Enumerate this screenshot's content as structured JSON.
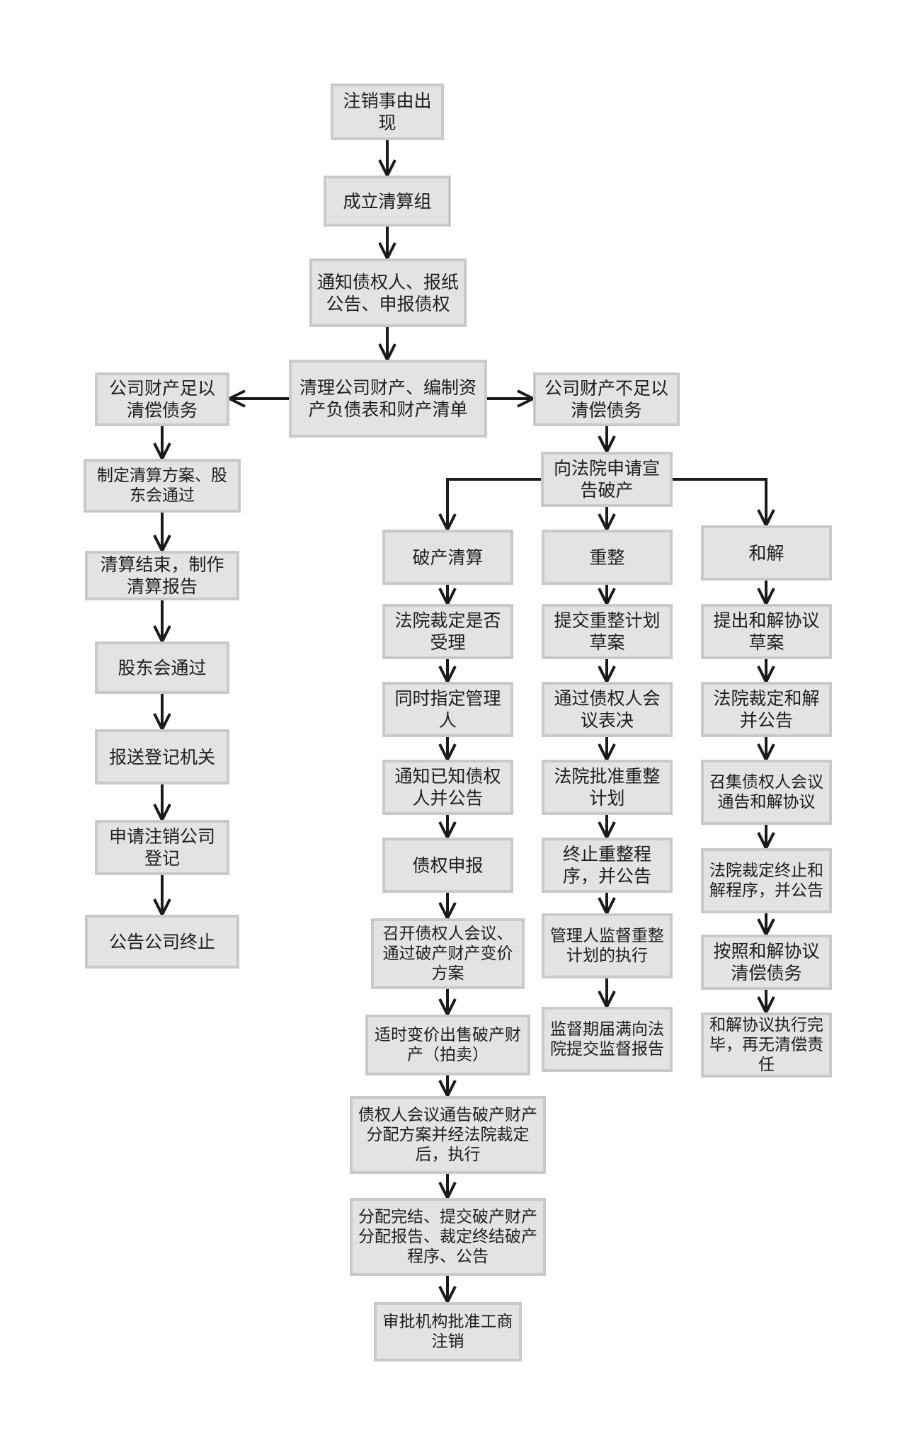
{
  "nodes": {
    "start": "注销事由出现",
    "group": "成立清算组",
    "notify": "通知债权人、报纸公告、申报债权",
    "clear": "清理公司财产、编制资产负债表和财产清单",
    "enough": "公司财产足以清偿债务",
    "notenough": "公司财产不足以清偿债务",
    "plan": "制定清算方案、股东会通过",
    "end_report": "清算结束，制作清算报告",
    "sh_pass": "股东会通过",
    "submit_reg": "报送登记机关",
    "apply_cancel": "申请注销公司登记",
    "announce_end": "公告公司终止",
    "court_apply": "向法院申请宣告破产",
    "bankrupt": "破产清算",
    "reorg": "重整",
    "settle": "和解",
    "b1": "法院裁定是否受理",
    "b2": "同时指定管理人",
    "b3": "通知已知债权人并公告",
    "b4": "债权申报",
    "b5": "召开债权人会议、通过破产财产变价方案",
    "b6": "适时变价出售破产财产（拍卖）",
    "b7": "债权人会议通告破产财产分配方案并经法院裁定后，执行",
    "b8": "分配完结、提交破产财产分配报告、裁定终结破产程序、公告",
    "b9": "审批机构批准工商注销",
    "r1": "提交重整计划草案",
    "r2": "通过债权人会议表决",
    "r3": "法院批准重整计划",
    "r4": "终止重整程序，并公告",
    "r5": "管理人监督重整计划的执行",
    "r6": "监督期届满向法院提交监督报告",
    "s1": "提出和解协议草案",
    "s2": "法院裁定和解并公告",
    "s3": "召集债权人会议通告和解协议",
    "s4": "法院裁定终止和解程序，并公告",
    "s5": "按照和解协议清偿债务",
    "s6": "和解协议执行完毕，再无清偿责任"
  },
  "colors": {
    "box_fill": "#e3e3e3",
    "box_border": "#c9c9c9",
    "text": "#1e1e1e",
    "arrow": "#1a1a1a"
  }
}
